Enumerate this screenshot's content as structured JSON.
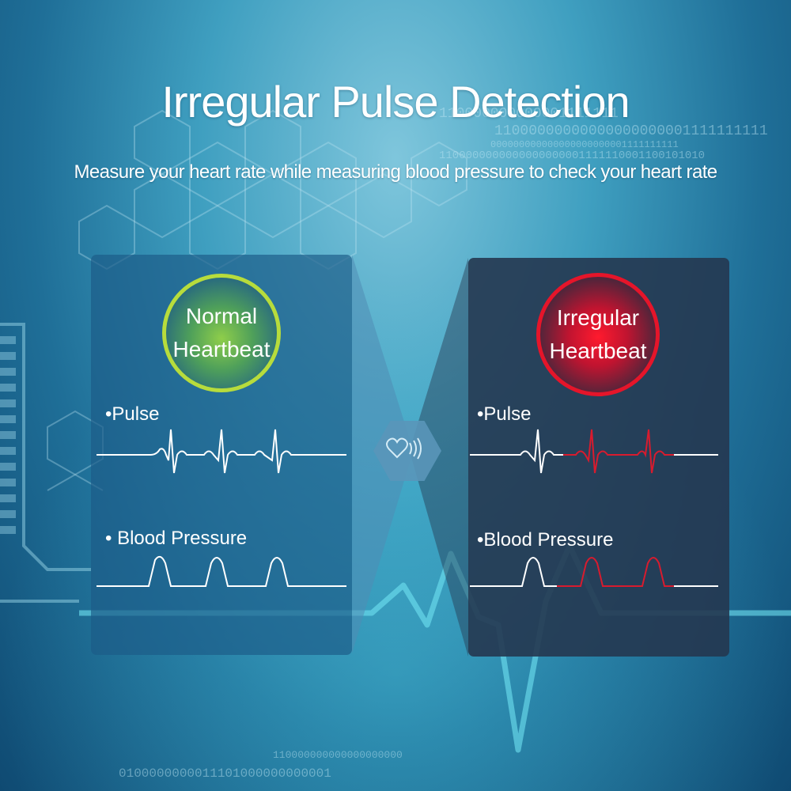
{
  "header": {
    "title": "Irregular Pulse Detection",
    "subtitle": "Measure your heart rate while measuring blood pressure to check your heart rate"
  },
  "background": {
    "binary_lines": [
      "110000000000001111111",
      "11000000000000000000001111111111",
      "000000000000000000000001111111111",
      "1100000000000000000001111110001100101010",
      "110000000000000000000",
      "0100000000011101000000000001"
    ]
  },
  "left_panel": {
    "ring_line1": "Normal",
    "ring_line2": "Heartbeat",
    "pulse_label": "•Pulse",
    "bp_label": "• Blood Pressure",
    "ring_color": "#b7dc3c"
  },
  "right_panel": {
    "ring_line1": "Irregular",
    "ring_line2": "Heartbeat",
    "pulse_label": "•Pulse",
    "bp_label": "•Blood Pressure",
    "ring_color": "#e5152a",
    "irregular_color": "#d81b2e"
  },
  "center_icon": "heart-signal-icon"
}
